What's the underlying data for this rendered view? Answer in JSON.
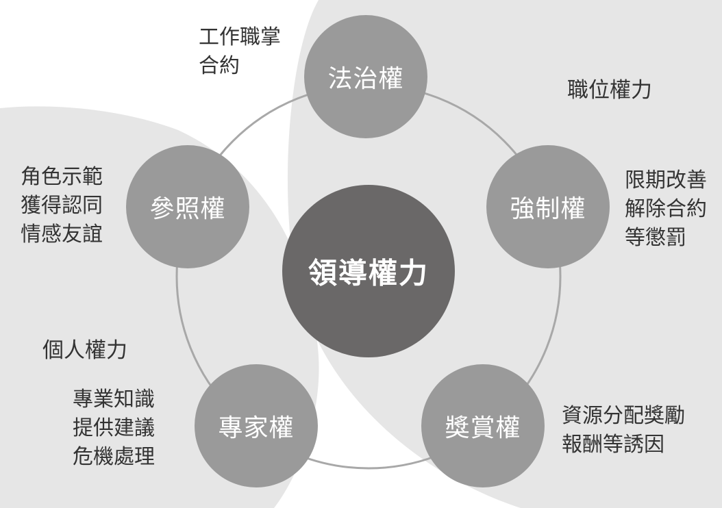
{
  "center": {
    "label": "領導權力"
  },
  "regions": {
    "position_power": "職位權力",
    "personal_power": "個人權力"
  },
  "nodes": {
    "legal": {
      "label": "法治權"
    },
    "coercive": {
      "label": "強制權"
    },
    "reward": {
      "label": "獎賞權"
    },
    "expert": {
      "label": "專家權"
    },
    "referent": {
      "label": "參照權"
    }
  },
  "notes": {
    "legal": [
      "工作職掌",
      "合約"
    ],
    "coercive": [
      "限期改善",
      "解除合約",
      "等懲罰"
    ],
    "reward": [
      "資源分配獎勵",
      "報酬等誘因"
    ],
    "expert": [
      "專業知識",
      "提供建議",
      "危機處理"
    ],
    "referent": [
      "角色示範",
      "獲得認同",
      "情感友誼"
    ]
  },
  "colors": {
    "region_fill": "#e6e6e6",
    "ring_stroke": "#a8a8a8",
    "node_fill": "#9a9a9a",
    "center_fill": "#6a6868",
    "text_dark": "#333333"
  }
}
